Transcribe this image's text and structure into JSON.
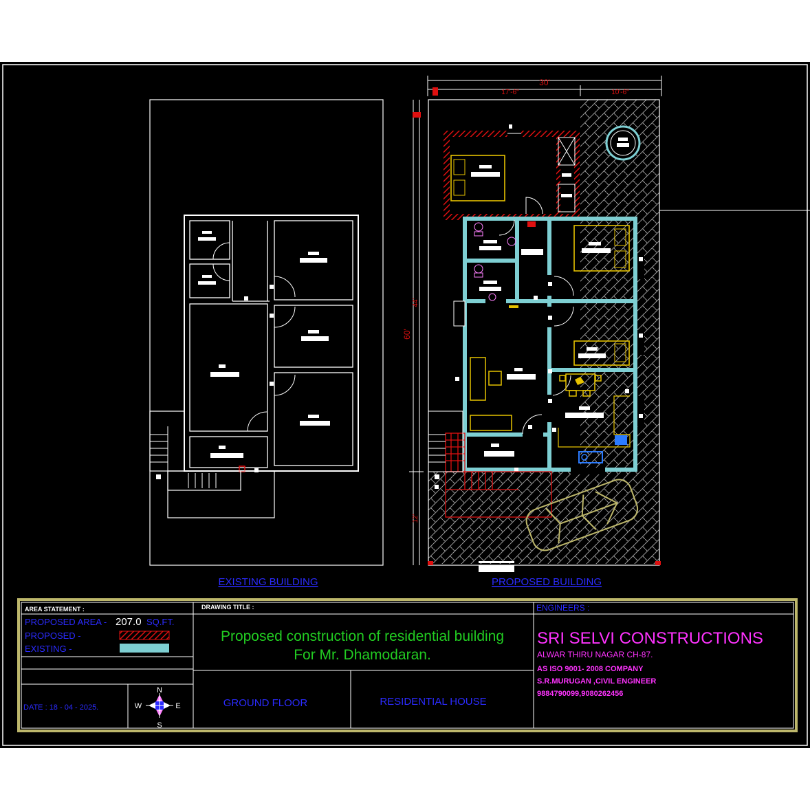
{
  "drawing": {
    "existing_label": "EXISTING BUILDING",
    "proposed_label": "PROPOSED BUILDING"
  },
  "dimensions": {
    "overall_width": "30'",
    "left_width": "17'-6\"",
    "right_width": "10'-6\"",
    "overall_depth": "60'",
    "house_depth": "44'",
    "front_setback": "12'"
  },
  "title_block": {
    "area_statement_heading": "AREA STATEMENT :",
    "proposed_area_label": "PROPOSED AREA -",
    "proposed_area_value": "207.0",
    "proposed_area_unit": "SQ.FT.",
    "legend_proposed": "PROPOSED    -",
    "legend_existing": "EXISTING     -",
    "date": "DATE : 18 - 04 - 2025.",
    "compass": {
      "n": "N",
      "s": "S",
      "e": "E",
      "w": "W"
    },
    "drawing_title_heading": "DRAWING TITLE :",
    "title_line1": "Proposed construction of residential building",
    "title_line2": "For Mr. Dhamodaran.",
    "floor": "GROUND FLOOR",
    "building_type": "RESIDENTIAL HOUSE",
    "engineers_heading": "ENGINEERS :",
    "company": "SRI SELVI CONSTRUCTIONS",
    "address": "ALWAR THIRU NAGAR CH-87.",
    "iso": "AS ISO 9001- 2008 COMPANY",
    "engineer": "S.R.MURUGAN ,CIVIL ENGINEER",
    "phones": "9884790099,9080262456"
  },
  "colors": {
    "background": "#000000",
    "line": "#ffffff",
    "blue_text": "#2b2bff",
    "green_text": "#22cc22",
    "magenta": "#ff33ff",
    "yellow": "#e6c200",
    "cyan_wall": "#7ecfd3",
    "red": "#e01010",
    "olive": "#bdb76b"
  }
}
